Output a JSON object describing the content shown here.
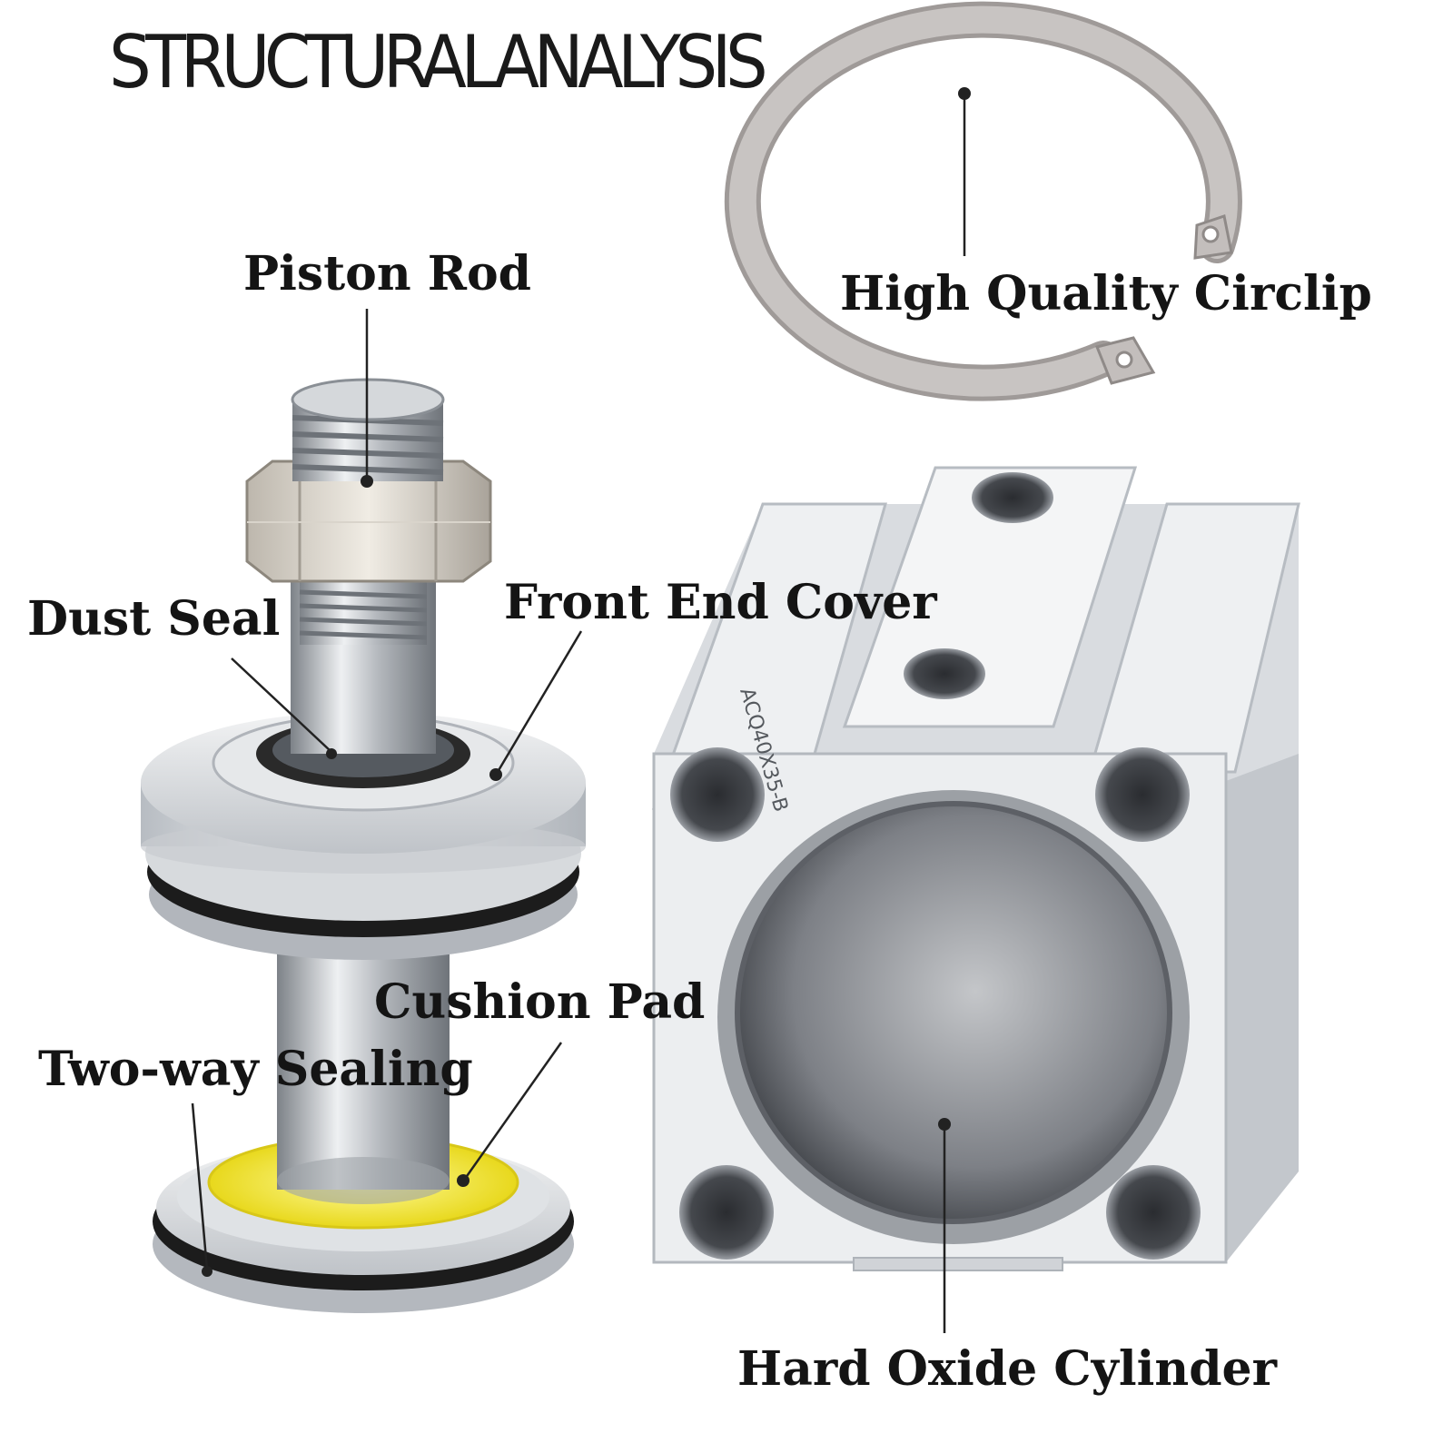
{
  "heading": "STRUCTURALANALYSIS",
  "labels": {
    "piston_rod": "Piston Rod",
    "circlip": "High Quality Circlip",
    "dust_seal": "Dust Seal",
    "front_end_cover": "Front End Cover",
    "cushion_pad": "Cushion Pad",
    "two_way_sealing": "Two-way Sealing",
    "hard_oxide_cylinder": "Hard Oxide Cylinder"
  },
  "cylinder_marking": "ACQ40X35-B",
  "colors": {
    "aluminum": "#e8eaed",
    "aluminum_shadow": "#b9bdc3",
    "steel": "#a8adb3",
    "cushion_pad": "#f3ec3a",
    "o_ring": "#1c1c1c",
    "circlip": "#bdb8b6",
    "leader_line": "#222222"
  }
}
